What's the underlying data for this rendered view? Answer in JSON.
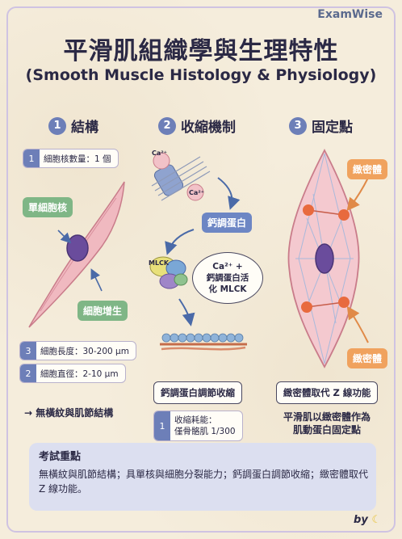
{
  "brand": "ExamWise",
  "title": "平滑肌組織學與生理特性",
  "subtitle": "(Smooth Muscle Histology & Physiology)",
  "sections": [
    {
      "number": "1",
      "title": "結構"
    },
    {
      "number": "2",
      "title": "收縮機制"
    },
    {
      "number": "3",
      "title": "固定點"
    }
  ],
  "structure": {
    "nuclei_count": {
      "num": "1",
      "text": "細胞核數量：1 個"
    },
    "tag_single_nucleus": "單細胞核",
    "tag_hyperplasia": "細胞增生",
    "length": {
      "num": "3",
      "text": "細胞長度：30-200 μm"
    },
    "diameter": {
      "num": "2",
      "text": "細胞直徑：2-10 μm"
    },
    "no_striations": "→ 無橫紋與肌節結構"
  },
  "contraction": {
    "ca_top": "Ca²⁺",
    "ca_mid": "Ca²⁺",
    "calmodulin": "鈣調蛋白",
    "mlck": "MLCK",
    "bubble_line1": "Ca²⁺ +",
    "bubble_line2": "鈣調蛋白活",
    "bubble_line3": "化 MLCK",
    "regulation_box": "鈣調蛋白調節收縮",
    "energy": {
      "num": "1",
      "line1": "收縮耗能：",
      "line2": "僅骨骼肌 1/300"
    }
  },
  "anchor": {
    "tag_dense_top": "緻密體",
    "tag_dense_bottom": "緻密體",
    "replace_box": "緻密體取代 Z 線功能",
    "desc_line1": "平滑肌以緻密體作為",
    "desc_line2": "肌動蛋白固定點"
  },
  "key_points": {
    "title": "考試重點",
    "text": "無橫紋與肌節結構；具單核與細胞分裂能力；鈣調蛋白調節收縮；緻密體取代 Z 線功能。"
  },
  "byline": "by"
}
